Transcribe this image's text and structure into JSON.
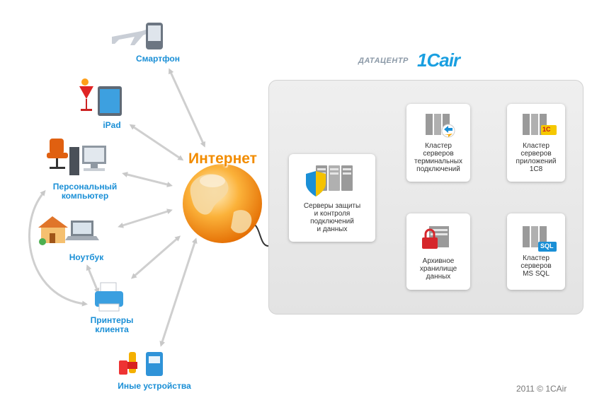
{
  "diagram": {
    "internet_label": "Интернет",
    "datacenter": {
      "title": "ДАТАЦЕНТР",
      "logo_digit": "1C",
      "logo_word": "air"
    },
    "devices": {
      "smartphone": "Смартфон",
      "ipad": "iPad",
      "pc_line1": "Персональный",
      "pc_line2": "компьютер",
      "notebook": "Ноутбук",
      "printers_line1": "Принтеры",
      "printers_line2": "клиента",
      "other": "Иные устройства"
    },
    "servers": {
      "security": [
        "Серверы защиты",
        "и контроля",
        "подключений",
        "и данных"
      ],
      "terminal": [
        "Кластер",
        "серверов",
        "терминальных",
        "подключений"
      ],
      "apps": [
        "Кластер",
        "серверов",
        "приложений",
        "1С8"
      ],
      "archive": [
        "Архивное",
        "хранилище",
        "данных"
      ],
      "sql": [
        "Кластер",
        "серверов",
        "MS SQL"
      ]
    },
    "badges": {
      "sql": "SQL",
      "onec": "1С"
    },
    "copyright": "2011 © 1CAir"
  },
  "colors": {
    "accent_blue": "#1a8fd6",
    "globe_orange": "#f28c00",
    "arrow_grey": "#cccccc"
  }
}
